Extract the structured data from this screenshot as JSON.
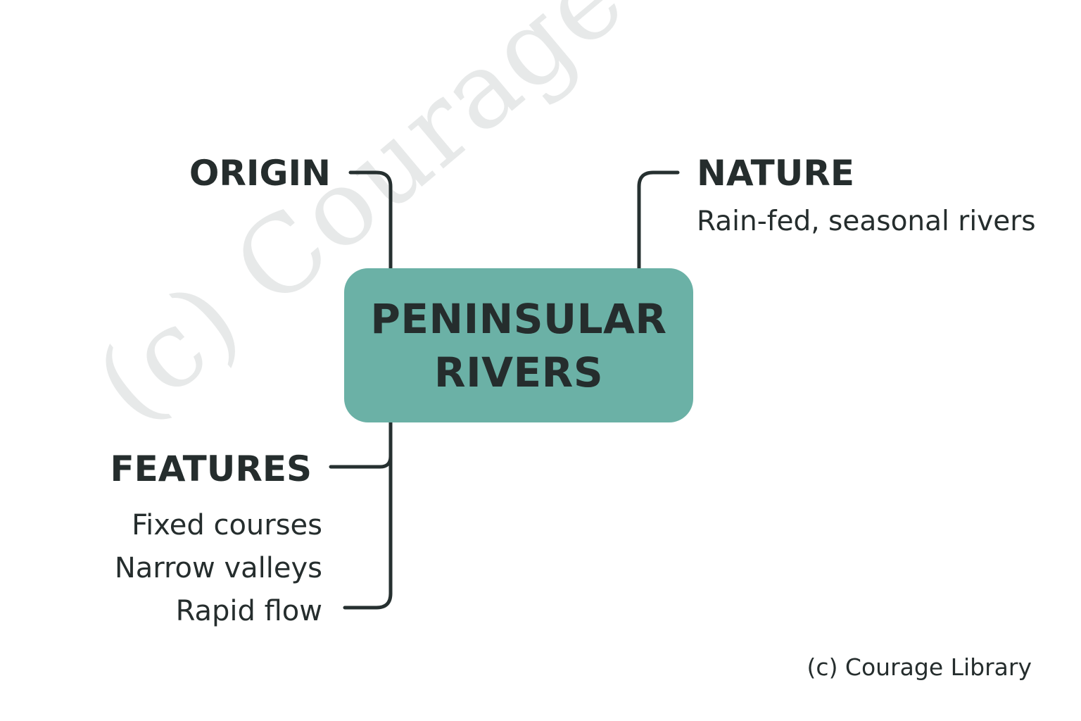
{
  "center": {
    "line1": "PENINSULAR",
    "line2": "RIVERS"
  },
  "branches": {
    "origin": {
      "label": "ORIGIN"
    },
    "nature": {
      "label": "NATURE",
      "description": "Rain-fed, seasonal rivers"
    },
    "features": {
      "label": "FEATURES",
      "items": [
        "Fixed courses",
        "Narrow valleys",
        "Rapid flow"
      ]
    }
  },
  "credit": "(c) Courage Library",
  "watermark": "(c) Courage Library",
  "colors": {
    "node_fill": "#6bb1a6",
    "text": "#252d2d",
    "connector": "#263030",
    "watermark": "#e7e9e9",
    "background": "#ffffff"
  }
}
